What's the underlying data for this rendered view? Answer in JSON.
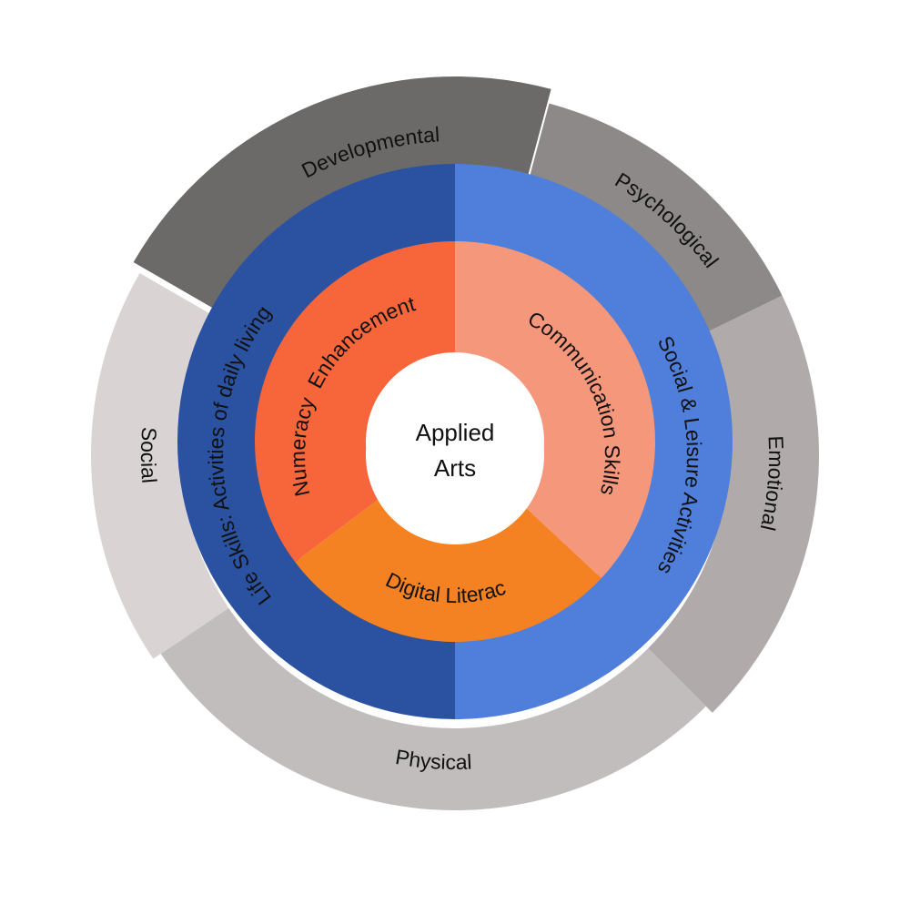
{
  "center": {
    "lines": [
      "Applied",
      "Arts"
    ],
    "color": "#FFFFFF"
  },
  "rings": {
    "outer": {
      "segments": [
        {
          "id": "developmental",
          "label": "Developmental",
          "color": "#6B6A69"
        },
        {
          "id": "psychological",
          "label": "Psychological",
          "color": "#8D8988"
        },
        {
          "id": "emotional",
          "label": "Emotional",
          "color": "#B0ABAA"
        },
        {
          "id": "physical",
          "label": "Physical",
          "color": "#C2BDBD"
        },
        {
          "id": "social",
          "label": "Social",
          "color": "#D9D3D3"
        }
      ]
    },
    "middle": {
      "segments": [
        {
          "id": "social-leisure",
          "label": "Social & Leisure Activities",
          "color": "#4F7FDA"
        },
        {
          "id": "life-skills",
          "label": "Life Skills: Activities of daily living",
          "color": "#2A52A0"
        }
      ]
    },
    "inner": {
      "segments": [
        {
          "id": "communication",
          "label": "Communication Skills",
          "color": "#F5977A"
        },
        {
          "id": "digital-literacy",
          "label": "Digital Literacy",
          "color": "#F48223"
        },
        {
          "id": "numeracy",
          "label": "Numeracy  Enhancement",
          "color": "#F7663A"
        }
      ]
    }
  }
}
